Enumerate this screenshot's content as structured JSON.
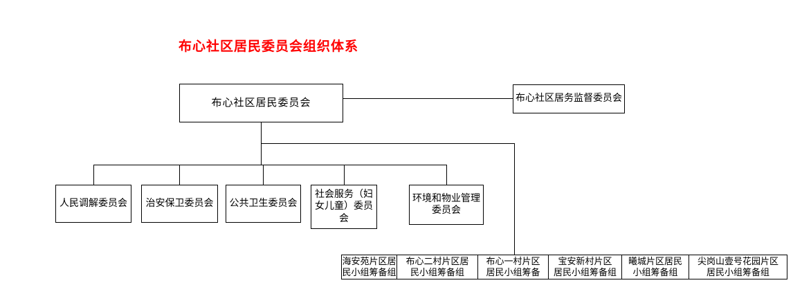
{
  "title": "布心社区居民委员会组织体系",
  "colors": {
    "title_red": "#ff0000",
    "line_black": "#000000",
    "background": "#ffffff"
  },
  "org": {
    "root": {
      "label": "布心社区居民委员会"
    },
    "supervision": {
      "label": "布心社区居务监督委员会"
    },
    "committees": [
      {
        "label": "人民调解委员会"
      },
      {
        "label": "治安保卫委员会"
      },
      {
        "label": "公共卫生委员会"
      },
      {
        "label": "社会服务（妇\n女儿童）委员\n会"
      },
      {
        "label": "环境和物业管理\n委员会"
      }
    ],
    "prep_groups": [
      {
        "label": "海安苑片区居\n民小组筹备组"
      },
      {
        "label": "布心二村片区居\n民小组筹备组"
      },
      {
        "label": "布心一村片区\n居民小组筹备"
      },
      {
        "label": "宝安新村片区\n居民小组筹备组"
      },
      {
        "label": "曦城片区居民\n小组筹备组"
      },
      {
        "label": "尖岗山壹号花园片区\n居民小组筹备组"
      }
    ]
  }
}
